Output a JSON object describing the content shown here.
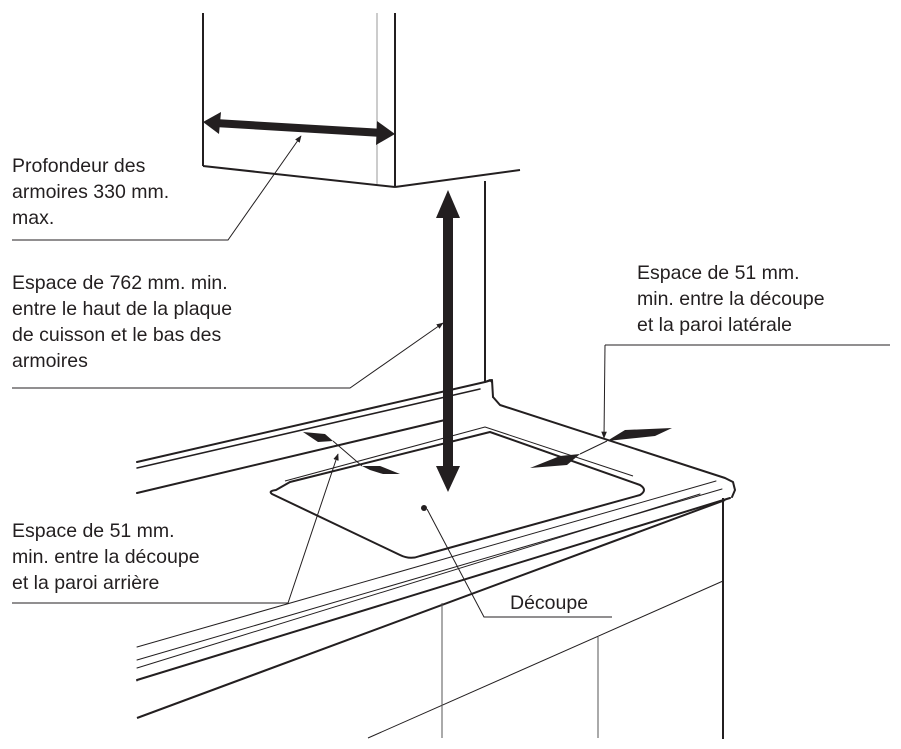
{
  "diagram": {
    "type": "cooktop-installation-clearances",
    "colors": {
      "line": "#231f20",
      "background": "#ffffff"
    },
    "labels": {
      "cabinet_depth": {
        "lines": [
          "Profondeur des",
          "armoires 330 mm.",
          "max."
        ]
      },
      "vertical_clearance": {
        "lines": [
          "Espace de 762 mm. min.",
          "entre le haut de la plaque",
          "de cuisson et le bas des",
          "armoires"
        ]
      },
      "side_clearance": {
        "lines": [
          "Espace de 51 mm.",
          "min. entre la découpe",
          "et la paroi latérale"
        ]
      },
      "rear_clearance": {
        "lines": [
          "Espace de 51 mm.",
          "min. entre la découpe",
          "et la paroi arrière"
        ]
      },
      "cutout": {
        "text": "Découpe"
      }
    }
  }
}
